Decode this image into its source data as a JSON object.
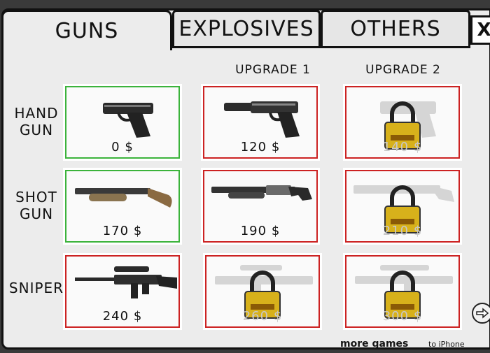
{
  "tabs": [
    {
      "label": "GUNS",
      "active": true
    },
    {
      "label": "EXPLOSIVES",
      "active": false
    },
    {
      "label": "OTHERS",
      "active": false
    }
  ],
  "close_label": "X",
  "columns": [
    "UPGRADE 1",
    "UPGRADE 2"
  ],
  "rows": [
    {
      "label": "HAND\nGUN",
      "items": [
        {
          "price": "0 $",
          "state": "owned",
          "icon": "pistol-icon"
        },
        {
          "price": "120 $",
          "state": "available",
          "icon": "silenced-pistol-icon"
        },
        {
          "price": "140 $",
          "state": "locked",
          "icon": "heavy-pistol-icon"
        }
      ]
    },
    {
      "label": "SHOT\nGUN",
      "items": [
        {
          "price": "170 $",
          "state": "owned",
          "icon": "shotgun-icon"
        },
        {
          "price": "190 $",
          "state": "available",
          "icon": "pump-shotgun-icon"
        },
        {
          "price": "210 $",
          "state": "locked",
          "icon": "combat-shotgun-icon"
        }
      ]
    },
    {
      "label": "SNIPER",
      "items": [
        {
          "price": "240 $",
          "state": "available",
          "icon": "sniper-rifle-icon"
        },
        {
          "price": "260 $",
          "state": "locked",
          "icon": "heavy-sniper-icon"
        },
        {
          "price": "300 $",
          "state": "locked",
          "icon": "scoped-rifle-icon"
        }
      ]
    }
  ],
  "footer": {
    "text1": "more games",
    "text2": "to iPhone"
  },
  "colors": {
    "owned": "#3bb33b",
    "available": "#cc2222",
    "lock_body": "#d7b11b",
    "lock_slot": "#8a5a06"
  }
}
